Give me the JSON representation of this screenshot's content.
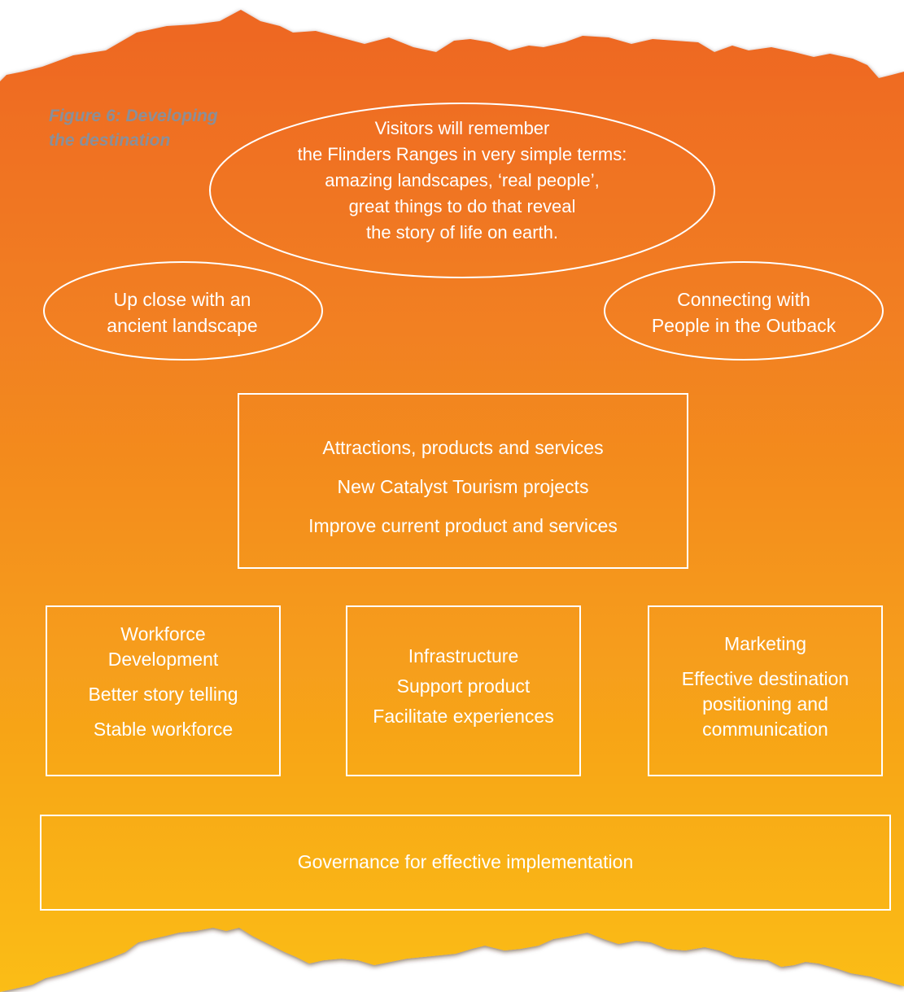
{
  "caption": {
    "line1": "Figure 6: Developing",
    "line2": "the destination"
  },
  "top_ellipse": {
    "lines": [
      "Visitors will remember",
      "the Flinders Ranges in very simple terms:",
      "amazing landscapes, ‘real people’,",
      "great things to do that reveal",
      "the story of life on earth."
    ]
  },
  "left_ellipse": {
    "lines": [
      "Up close with an",
      "ancient landscape"
    ]
  },
  "right_ellipse": {
    "lines": [
      "Connecting with",
      "People in the Outback"
    ]
  },
  "center_box": {
    "lines": [
      "Attractions, products and services",
      "New Catalyst Tourism projects",
      "Improve current product and services"
    ]
  },
  "workforce_box": {
    "title_line1": "Workforce",
    "title_line2": "Development",
    "items": [
      "Better story telling",
      "Stable workforce"
    ]
  },
  "infrastructure_box": {
    "title": "Infrastructure",
    "items": [
      "Support product",
      "Facilitate experiences"
    ]
  },
  "marketing_box": {
    "title": "Marketing",
    "lines": [
      "Effective destination",
      "positioning and",
      "communication"
    ]
  },
  "governance_box": {
    "text": "Governance for effective implementation"
  },
  "colors": {
    "gradient_top": "#f06a22",
    "gradient_mid": "#f4901e",
    "gradient_bottom": "#fbbc14",
    "stroke": "#ffffff",
    "caption": "#8a8f99"
  }
}
